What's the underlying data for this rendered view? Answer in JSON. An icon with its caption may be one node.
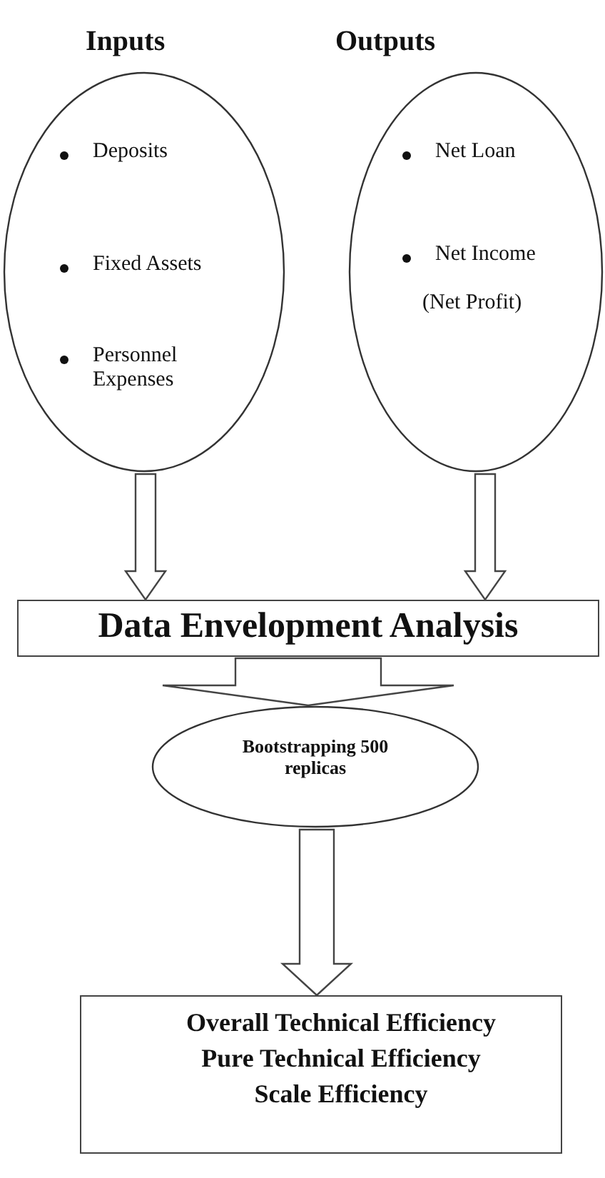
{
  "diagram": {
    "nodes": [
      {
        "text": [
          "Inputs",
          "Deposits",
          "Fixed Assets",
          "Personnel Expenses"
        ]
      },
      {
        "text": [
          "Outputs",
          "Net Loan",
          "Net Income",
          "(Net Profit)"
        ]
      },
      {
        "text": [
          "Data Envelopment Analysis"
        ]
      },
      {
        "text": [
          "Bootstrapping 500 replicas"
        ]
      },
      {
        "text": [
          "Overall Technical Efficiency",
          "Pure Technical Efficiency",
          "Scale Efficiency"
        ]
      }
    ],
    "edges": [
      {
        "from": 0,
        "to": 2,
        "arrow": "to"
      },
      {
        "from": 1,
        "to": 2,
        "arrow": "to"
      },
      {
        "from": 2,
        "to": 3,
        "arrow": "to"
      },
      {
        "from": 3,
        "to": 4,
        "arrow": "to"
      }
    ]
  }
}
